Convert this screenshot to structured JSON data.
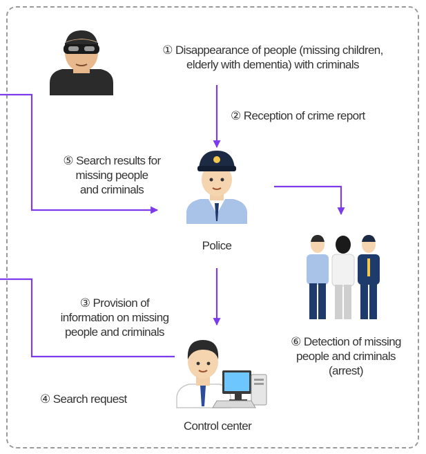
{
  "colors": {
    "arrow": "#7c3aed",
    "border": "#9a9a9a",
    "text": "#333333"
  },
  "icons": {
    "criminal": "masked-criminal-icon",
    "police": "police-officer-icon",
    "arrest": "arrest-group-icon",
    "operator": "control-center-operator-icon"
  },
  "steps": {
    "s1": {
      "line1": "① Disappearance of people (missing children,",
      "line2": "elderly with dementia) with criminals"
    },
    "s2": {
      "text": "② Reception of crime report"
    },
    "s3": {
      "line1": "③ Provision of",
      "line2": "information on missing",
      "line3": "people and criminals"
    },
    "s4": {
      "text": "④ Search request"
    },
    "s5": {
      "line1": "⑤ Search results for",
      "line2": "missing people",
      "line3": "and criminals"
    },
    "s6": {
      "line1": "⑥ Detection of missing",
      "line2": "people and criminals",
      "line3": "(arrest)"
    }
  },
  "labels": {
    "police": "Police",
    "control_center": "Control center"
  }
}
